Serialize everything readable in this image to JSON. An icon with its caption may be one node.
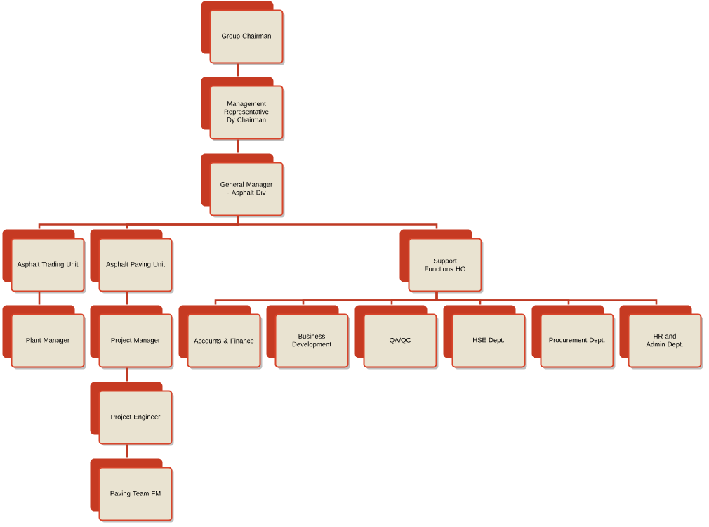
{
  "diagram": {
    "nodes": [
      {
        "text": [
          "Group Chairman"
        ]
      },
      {
        "text": [
          "Management Representative Dy Chairman"
        ]
      },
      {
        "text": [
          "General Manager - Asphalt Div"
        ]
      },
      {
        "text": [
          "Asphalt Trading Unit"
        ]
      },
      {
        "text": [
          "Asphalt Paving Unit"
        ]
      },
      {
        "text": [
          "Support Functions HO"
        ]
      },
      {
        "text": [
          "Plant Manager"
        ]
      },
      {
        "text": [
          "Project Manager"
        ]
      },
      {
        "text": [
          "Project Engineer"
        ]
      },
      {
        "text": [
          "Paving Team FM"
        ]
      },
      {
        "text": [
          "Accounts & Finance"
        ]
      },
      {
        "text": [
          "Business Development"
        ]
      },
      {
        "text": [
          "QA/QC"
        ]
      },
      {
        "text": [
          "HSE Dept."
        ]
      },
      {
        "text": [
          "Procurement Dept."
        ]
      },
      {
        "text": [
          "HR and Admin Dept."
        ]
      }
    ],
    "edges": [
      {
        "from": 0,
        "to": 1,
        "arrow": "none"
      },
      {
        "from": 1,
        "to": 2,
        "arrow": "none"
      },
      {
        "from": 2,
        "to": 3,
        "arrow": "none"
      },
      {
        "from": 2,
        "to": 4,
        "arrow": "none"
      },
      {
        "from": 2,
        "to": 5,
        "arrow": "none"
      },
      {
        "from": 3,
        "to": 6,
        "arrow": "none"
      },
      {
        "from": 4,
        "to": 7,
        "arrow": "none"
      },
      {
        "from": 7,
        "to": 8,
        "arrow": "none"
      },
      {
        "from": 8,
        "to": 9,
        "arrow": "none"
      },
      {
        "from": 5,
        "to": 10,
        "arrow": "none"
      },
      {
        "from": 5,
        "to": 11,
        "arrow": "none"
      },
      {
        "from": 5,
        "to": 12,
        "arrow": "none"
      },
      {
        "from": 5,
        "to": 13,
        "arrow": "none"
      },
      {
        "from": 5,
        "to": 14,
        "arrow": "none"
      },
      {
        "from": 5,
        "to": 15,
        "arrow": "none"
      }
    ]
  }
}
